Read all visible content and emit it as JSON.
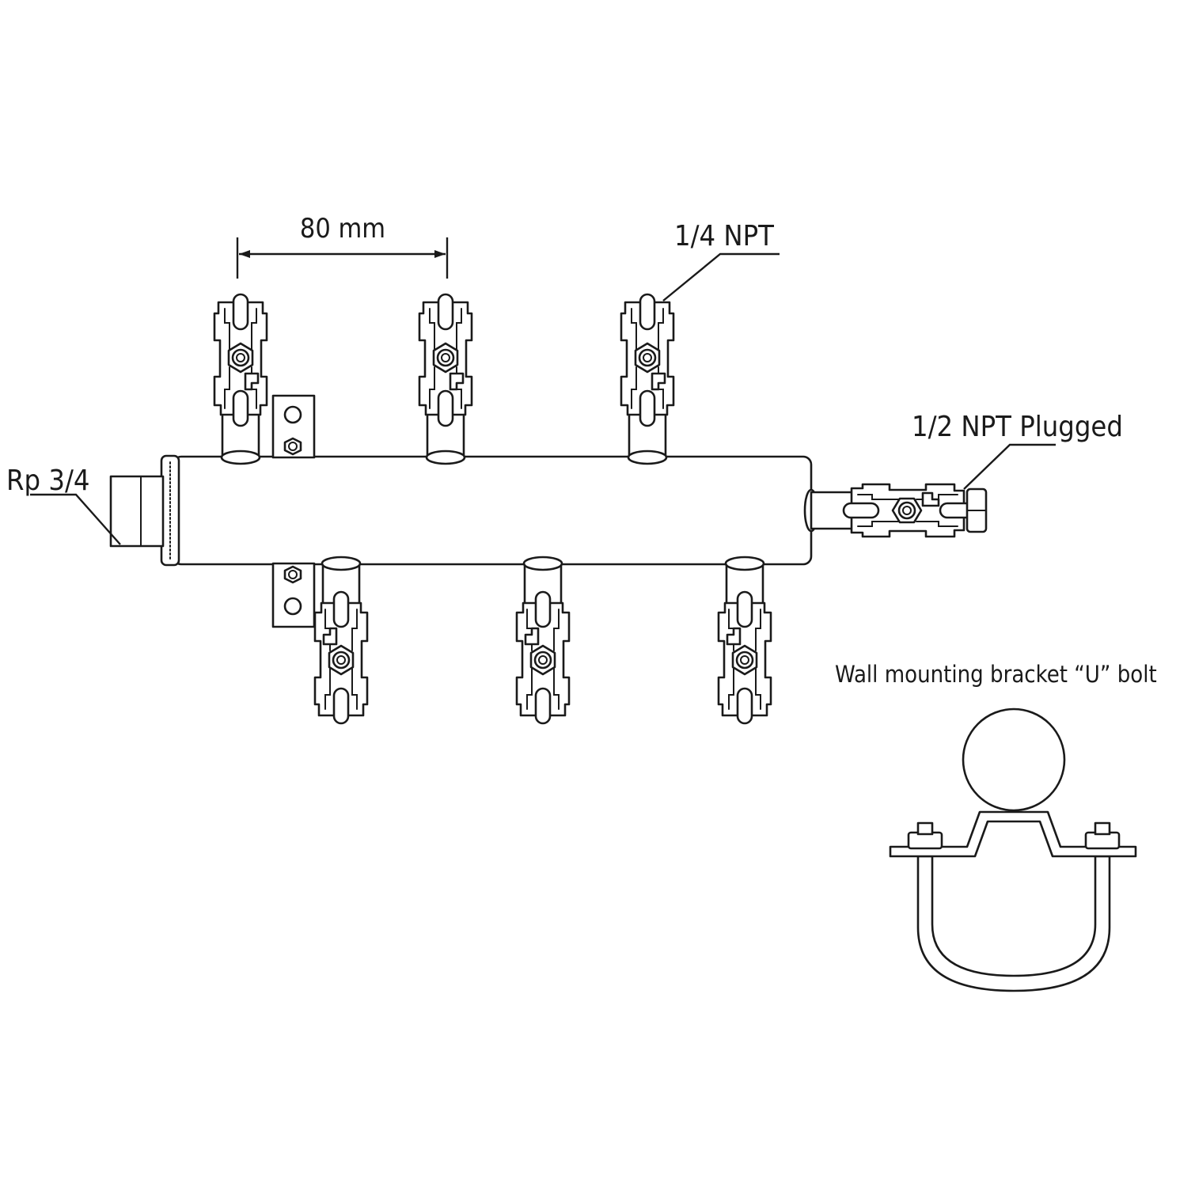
{
  "labels": {
    "dimension": "80 mm",
    "outlet_thread": "1/4 NPT",
    "end_plug": "1/2 NPT Plugged",
    "inlet_thread": "Rp 3/4",
    "bracket_caption": "Wall mounting bracket “U” bolt"
  },
  "colors": {
    "line": "#1a1a1a",
    "background": "#ffffff"
  }
}
